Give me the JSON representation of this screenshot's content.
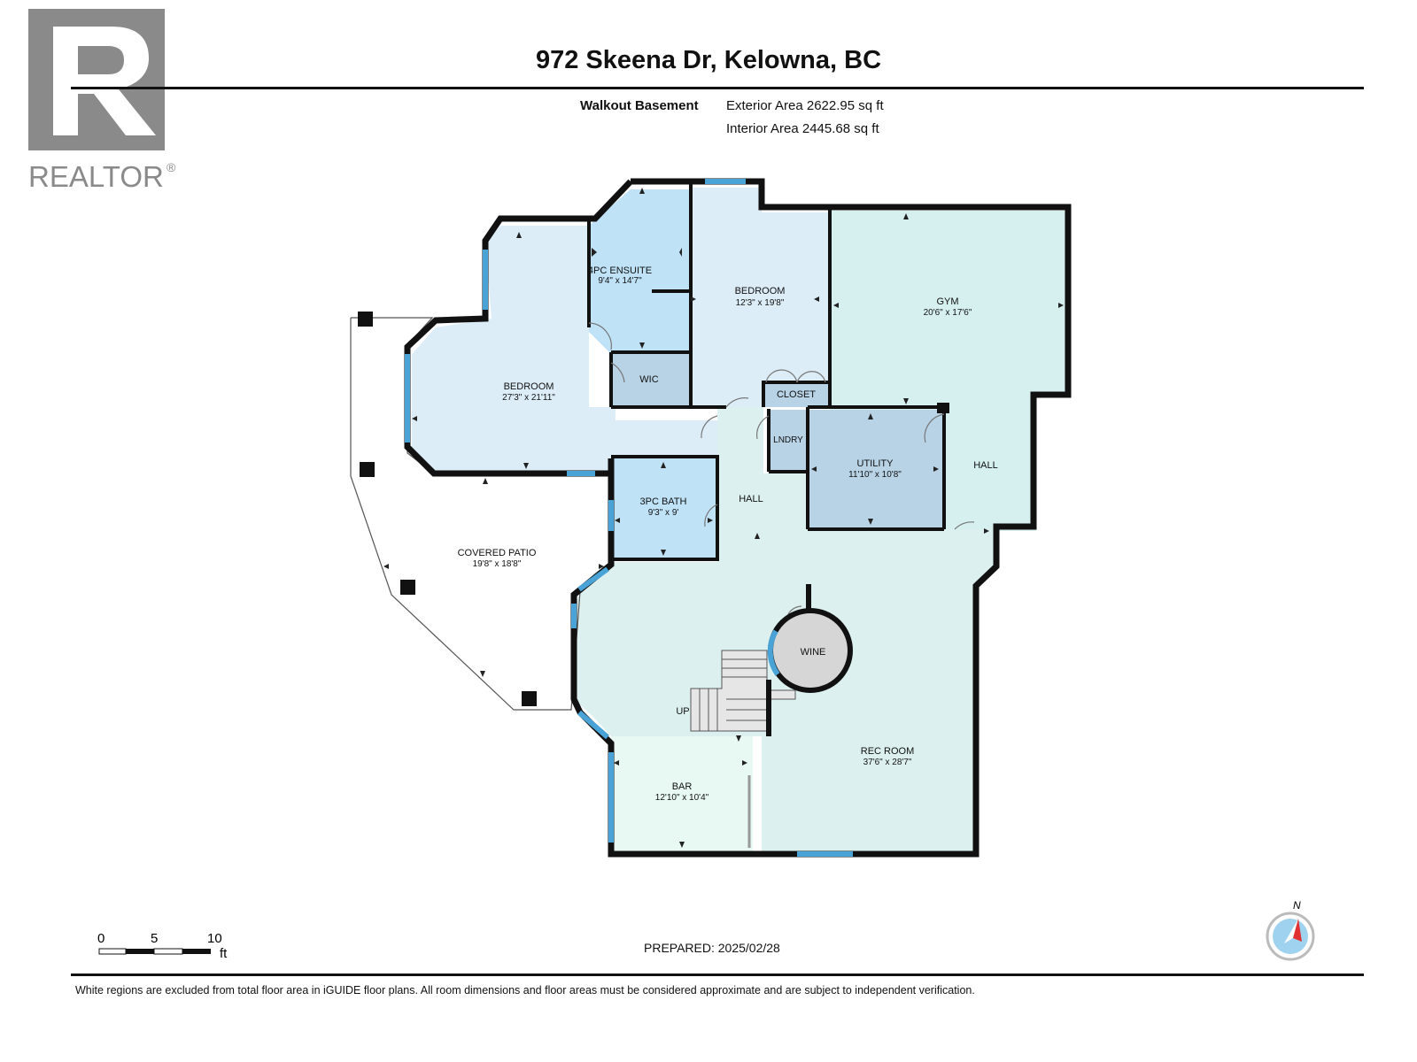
{
  "logo": {
    "text": "REALTOR",
    "mark": "®"
  },
  "header": {
    "address": "972 Skeena Dr, Kelowna, BC",
    "level": "Walkout Basement",
    "exterior_area": "Exterior Area 2622.95 sq ft",
    "interior_area": "Interior Area 2445.68 sq ft"
  },
  "rooms": {
    "ensuite": {
      "name": "4PC ENSUITE",
      "dim": "9'4\" x 14'7\""
    },
    "bedroom_top": {
      "name": "BEDROOM",
      "dim": "12'3\" x 19'8\""
    },
    "gym": {
      "name": "GYM",
      "dim": "20'6\" x 17'6\""
    },
    "bedroom_left": {
      "name": "BEDROOM",
      "dim": "27'3\" x 21'11\""
    },
    "wic": {
      "name": "WIC"
    },
    "closet": {
      "name": "CLOSET"
    },
    "laundry": {
      "name": "LNDRY"
    },
    "utility": {
      "name": "UTILITY",
      "dim": "11'10\" x 10'8\""
    },
    "hall_right": {
      "name": "HALL"
    },
    "hall_center": {
      "name": "HALL"
    },
    "bath": {
      "name": "3PC BATH",
      "dim": "9'3\" x 9'"
    },
    "patio": {
      "name": "COVERED PATIO",
      "dim": "19'8\" x 18'8\""
    },
    "wine": {
      "name": "WINE"
    },
    "stairs": {
      "name": "UP"
    },
    "rec": {
      "name": "REC ROOM",
      "dim": "37'6\" x 28'7\""
    },
    "bar": {
      "name": "BAR",
      "dim": "12'10\" x 10'4\""
    }
  },
  "scale": {
    "ticks": [
      "0",
      "5",
      "10"
    ],
    "unit": "ft"
  },
  "compass": {
    "label": "N"
  },
  "footer": {
    "prepared": "PREPARED: 2025/02/28",
    "disclaimer": "White regions are excluded from total floor area in iGUIDE floor plans. All room dimensions and floor areas must be considered approximate and are subject to independent verification."
  },
  "colors": {
    "bedroom": "#dcedf8",
    "ensuite": "#bfe2f7",
    "gym": "#d6f0f0",
    "utility": "#b9d3e6",
    "hall": "#dcf1ef",
    "bar": "#e8f8f2",
    "window": "#4aa3d6",
    "wall": "#111111"
  }
}
